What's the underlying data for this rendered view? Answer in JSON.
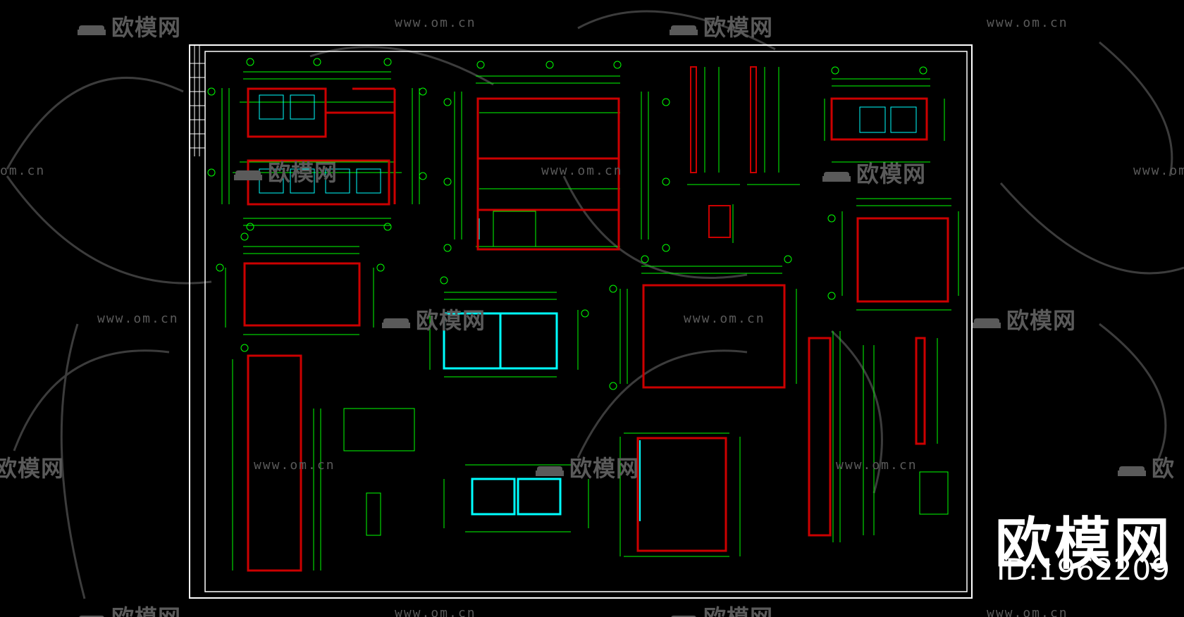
{
  "watermark": {
    "brand": "欧模网",
    "url": "www.om.cn",
    "url_partial": "om.cn",
    "brand_partial": "欧模网",
    "url_partial_right": "www.om.cn",
    "brand_partial_right": "欧"
  },
  "logo": {
    "title": "欧模网",
    "id_label": "ID:1962209"
  },
  "colors": {
    "background": "#000000",
    "frame": "#ffffff",
    "wall": "#cc0000",
    "dimension": "#00ff00",
    "fixture": "#00ffff",
    "watermark": "#5a5a5a"
  }
}
